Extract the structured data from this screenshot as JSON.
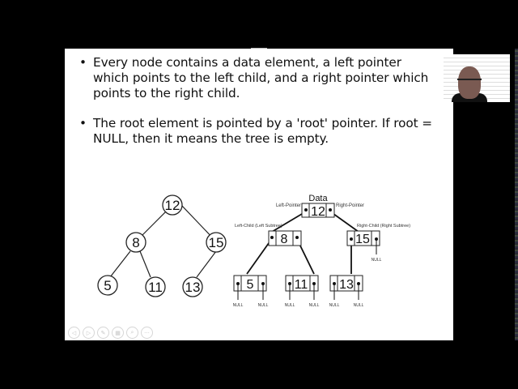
{
  "slide": {
    "bullets": [
      "Every node contains a data element, a left pointer which points to the left child, and a right pointer which points to the right child.",
      "The root element is pointed by a 'root' pointer. If root = NULL, then it means the tree is empty."
    ],
    "bullet_glyph": "•"
  },
  "simple_tree": {
    "nodes": [
      "12",
      "8",
      "15",
      "5",
      "11",
      "13"
    ]
  },
  "linked_tree": {
    "labels": {
      "data": "Data",
      "left_pointer": "Left-Pointer",
      "right_pointer": "Right-Pointer",
      "left_child": "Left-Child (Left Subtree)",
      "right_child": "Right-Child (Right Subtree)",
      "null": "NULL"
    },
    "nodes": [
      "12",
      "8",
      "15",
      "5",
      "11",
      "13"
    ]
  },
  "toolbar": {
    "buttons": [
      {
        "name": "previous-slide",
        "glyph": "◁"
      },
      {
        "name": "next-slide",
        "glyph": "▷"
      },
      {
        "name": "pen",
        "glyph": "✎"
      },
      {
        "name": "see-all-slides",
        "glyph": "▦"
      },
      {
        "name": "zoom",
        "glyph": "⌕"
      },
      {
        "name": "more-options",
        "glyph": "···"
      }
    ]
  },
  "colors": {
    "slide_bg": "#ffffff",
    "page_bg": "#000000",
    "text": "#111111"
  }
}
